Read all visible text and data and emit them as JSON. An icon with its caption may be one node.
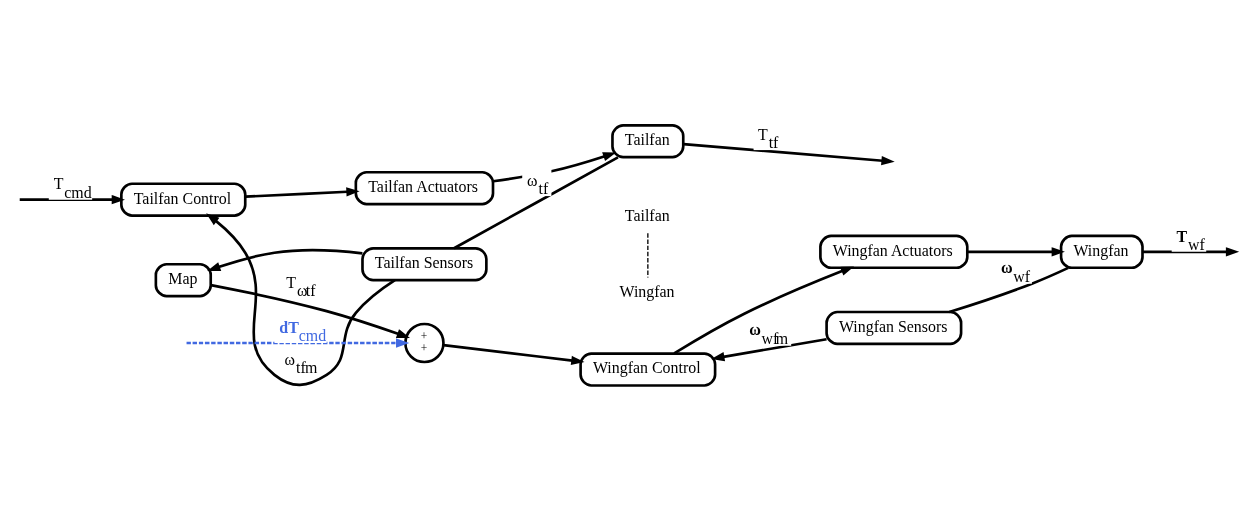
{
  "diagram": {
    "nodes": [
      {
        "text": [
          "Tailfan Control"
        ]
      },
      {
        "text": [
          "Tailfan Actuators"
        ]
      },
      {
        "text": [
          "Tailfan"
        ]
      },
      {
        "text": [
          "Tailfan Sensors"
        ]
      },
      {
        "text": [
          "Map"
        ]
      },
      {
        "text": [
          "+",
          "+"
        ]
      },
      {
        "text": [
          "Wingfan Control"
        ]
      },
      {
        "text": [
          "Wingfan Actuators"
        ]
      },
      {
        "text": [
          "Wingfan"
        ]
      },
      {
        "text": [
          "Wingfan Sensors"
        ]
      }
    ],
    "edges": [
      {
        "from": null,
        "to": 0,
        "arrow": "to",
        "label": "T$_{cmd}$"
      },
      {
        "from": 0,
        "to": 1,
        "arrow": "to"
      },
      {
        "from": 1,
        "to": 2,
        "arrow": "to"
      },
      {
        "from": 2,
        "to": null,
        "arrow": "to",
        "label": "T$_{tf}$"
      },
      {
        "from": 2,
        "to": 3,
        "arrow": "none",
        "label": "ω$_{tf}$"
      },
      {
        "from": 3,
        "to": 0,
        "arrow": "to",
        "label": "ω$_{tf}$$_{m}$"
      },
      {
        "from": 3,
        "to": 4,
        "arrow": "to"
      },
      {
        "from": 4,
        "to": 5,
        "arrow": "to",
        "label": "T$_{ω}$$_{tf}$"
      },
      {
        "from": null,
        "to": 5,
        "arrow": "to",
        "label": "**dT**$_{cmd}$",
        "style": "dashed",
        "color": "#4169e1"
      },
      {
        "from": 5,
        "to": 6,
        "arrow": "to"
      },
      {
        "from": 6,
        "to": 7,
        "arrow": "to"
      },
      {
        "from": 7,
        "to": 8,
        "arrow": "to"
      },
      {
        "from": 8,
        "to": null,
        "arrow": "to",
        "label": "**T**$_{wf}$"
      },
      {
        "from": 8,
        "to": 9,
        "arrow": "none",
        "label": "**ω**$_{wf}$"
      },
      {
        "from": 9,
        "to": 6,
        "arrow": "to",
        "label": "**ω**$_{wf}$$_{m}$"
      }
    ],
    "labels": [
      "Tailfan",
      "Wingfan"
    ]
  }
}
